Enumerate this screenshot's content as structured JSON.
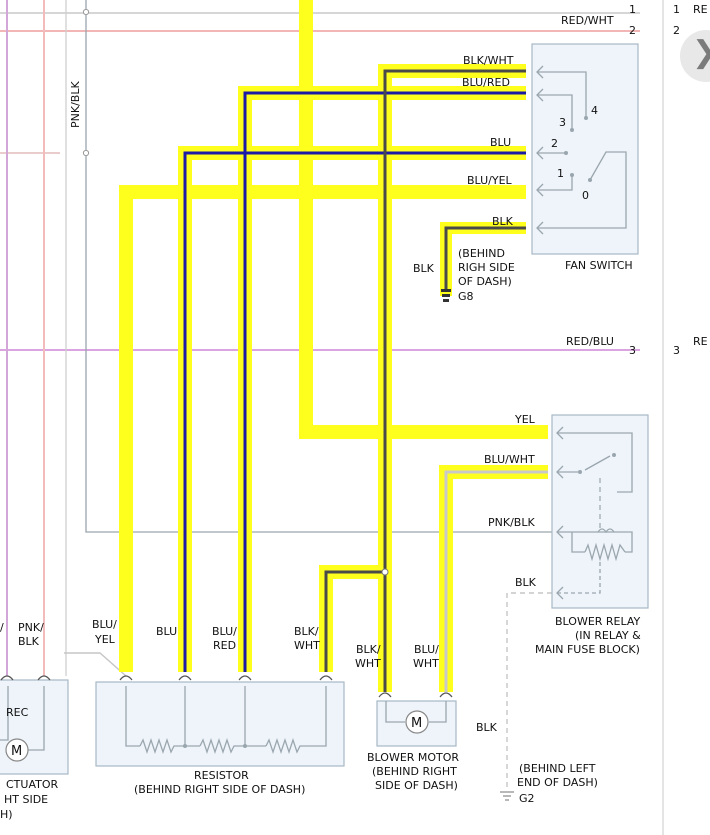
{
  "wires": {
    "red_wht_right": "RED/WHT",
    "red_blu_right": "RED/BLU",
    "pnk_blk_left": "PNK/BLK",
    "blk_wht_top": "BLK/WHT",
    "blu_red_top": "BLU/RED",
    "blu_top": "BLU",
    "blu_yel_top": "BLU/YEL",
    "blk_fan": "BLK",
    "blk_left": "BLK",
    "yel_relay": "YEL",
    "blu_wht_relay": "BLU/WHT",
    "pnk_blk_relay": "PNK/BLK",
    "blk_relay": "BLK",
    "blk_g2": "BLK"
  },
  "pins": {
    "row1_right": "1",
    "row2_right": "2",
    "row3_right": "3",
    "edge1": "1",
    "edge2": "2",
    "edge3": "3",
    "fan_1": "1",
    "fan_2": "2",
    "fan_3": "3",
    "fan_4": "4",
    "fan_0": "0"
  },
  "edge_labels": {
    "re1": "RE",
    "re3": "RE"
  },
  "fan_switch": {
    "label": "FAN SWITCH",
    "ground_note_1": "(BEHIND",
    "ground_note_2": "RIGH SIDE",
    "ground_note_3": "OF DASH)",
    "ground_id": "G8"
  },
  "blower_relay": {
    "line1": "BLOWER RELAY",
    "line2": "(IN RELAY &",
    "line3": "MAIN FUSE BLOCK)"
  },
  "resistor": {
    "line1": "RESISTOR",
    "line2": "(BEHIND RIGHT SIDE OF DASH)",
    "pin_labels": [
      [
        "BLU/",
        "YEL"
      ],
      [
        "BLU"
      ],
      [
        "BLU/",
        "RED"
      ],
      [
        "BLK/",
        "WHT"
      ]
    ]
  },
  "blower_motor": {
    "line1": "BLOWER MOTOR",
    "line2": "(BEHIND RIGHT",
    "line3": "SIDE OF DASH)",
    "motor_symbol": "M",
    "pin_labels": [
      [
        "BLK/",
        "WHT"
      ],
      [
        "BLU/",
        "WHT"
      ]
    ]
  },
  "ground_g2": {
    "line1": "(BEHIND LEFT",
    "line2": "END OF DASH)",
    "id": "G2"
  },
  "actuator": {
    "rec_label": "REC",
    "motor_symbol": "M",
    "line1": "CTUATOR",
    "line2": "HT SIDE",
    "line3": "H)",
    "pin_label_1": "/",
    "pin_label_2": [
      "PNK/",
      "BLK"
    ]
  },
  "colors": {
    "highlight": "#ffff1e",
    "blue_wire": "#1a1aa6",
    "black_wire": "#4a4a4a",
    "red_wire": "#f3b6b6",
    "pink_wire": "#d3a6d8",
    "thin_wire": "#b9b9b9"
  },
  "close_icon": "close-icon"
}
